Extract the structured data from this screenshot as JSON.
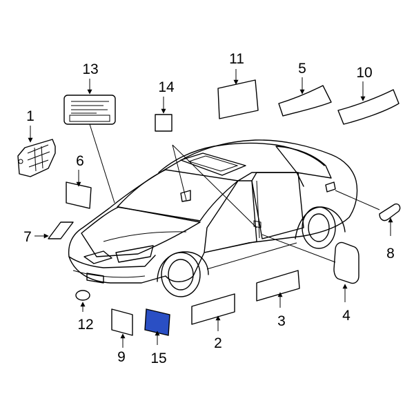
{
  "diagram": {
    "highlight_color": "#2a4fc4",
    "callouts": {
      "c1": "1",
      "c2": "2",
      "c3": "3",
      "c4": "4",
      "c5": "5",
      "c6": "6",
      "c7": "7",
      "c8": "8",
      "c9": "9",
      "c10": "10",
      "c11": "11",
      "c12": "12",
      "c13": "13",
      "c14": "14",
      "c15": "15"
    }
  }
}
